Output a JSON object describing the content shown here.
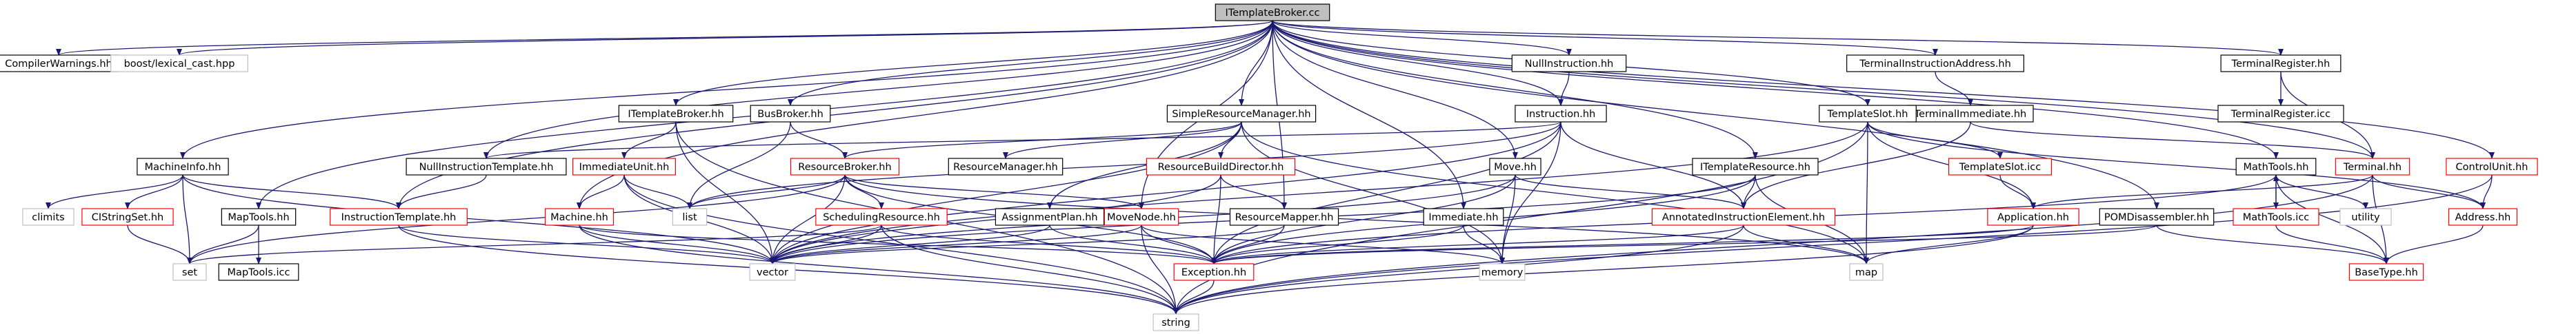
{
  "colors": {
    "edge": "#191970",
    "node_border_ok": "#000000",
    "node_border_missing": "#ff0000",
    "root_fill": "#bfbfbf",
    "node_fill": "#ffffff",
    "external_border": "#bfbfbf"
  },
  "nodes": [
    {
      "id": "root",
      "label": "ITemplateBroker.cc",
      "kind": "root"
    },
    {
      "id": "compwarn",
      "label": "CompilerWarnings.hh",
      "kind": "ok"
    },
    {
      "id": "lexical",
      "label": "boost/lexical_cast.hpp",
      "kind": "external"
    },
    {
      "id": "machinfo",
      "label": "MachineInfo.hh",
      "kind": "ok"
    },
    {
      "id": "climits",
      "label": "climits",
      "kind": "external"
    },
    {
      "id": "cistring",
      "label": "CIStringSet.hh",
      "kind": "missing"
    },
    {
      "id": "set",
      "label": "set",
      "kind": "external"
    },
    {
      "id": "maptools",
      "label": "MapTools.hh",
      "kind": "ok"
    },
    {
      "id": "maptoolsicc",
      "label": "MapTools.icc",
      "kind": "ok"
    },
    {
      "id": "insttempl",
      "label": "InstructionTemplate.hh",
      "kind": "missing"
    },
    {
      "id": "nullinsttempl",
      "label": "NullInstructionTemplate.hh",
      "kind": "ok"
    },
    {
      "id": "itb",
      "label": "ITemplateBroker.hh",
      "kind": "ok"
    },
    {
      "id": "immunit",
      "label": "ImmediateUnit.hh",
      "kind": "missing"
    },
    {
      "id": "machine",
      "label": "Machine.hh",
      "kind": "missing"
    },
    {
      "id": "busbroker",
      "label": "BusBroker.hh",
      "kind": "ok"
    },
    {
      "id": "list",
      "label": "list",
      "kind": "external"
    },
    {
      "id": "resbroker",
      "label": "ResourceBroker.hh",
      "kind": "missing"
    },
    {
      "id": "schedres",
      "label": "SchedulingResource.hh",
      "kind": "missing"
    },
    {
      "id": "srm",
      "label": "SimpleResourceManager.hh",
      "kind": "ok"
    },
    {
      "id": "resman",
      "label": "ResourceManager.hh",
      "kind": "ok"
    },
    {
      "id": "assign",
      "label": "AssignmentPlan.hh",
      "kind": "ok"
    },
    {
      "id": "rbd",
      "label": "ResourceBuildDirector.hh",
      "kind": "missing"
    },
    {
      "id": "resmapper",
      "label": "ResourceMapper.hh",
      "kind": "ok"
    },
    {
      "id": "movenode",
      "label": "MoveNode.hh",
      "kind": "missing"
    },
    {
      "id": "vector",
      "label": "vector",
      "kind": "external"
    },
    {
      "id": "exception",
      "label": "Exception.hh",
      "kind": "missing"
    },
    {
      "id": "string",
      "label": "string",
      "kind": "external"
    },
    {
      "id": "nullinst",
      "label": "NullInstruction.hh",
      "kind": "ok"
    },
    {
      "id": "instruction",
      "label": "Instruction.hh",
      "kind": "ok"
    },
    {
      "id": "move",
      "label": "Move.hh",
      "kind": "ok"
    },
    {
      "id": "immediate",
      "label": "Immediate.hh",
      "kind": "ok"
    },
    {
      "id": "memory",
      "label": "memory",
      "kind": "external"
    },
    {
      "id": "itr",
      "label": "ITemplateResource.hh",
      "kind": "ok"
    },
    {
      "id": "annot",
      "label": "AnnotatedInstructionElement.hh",
      "kind": "missing"
    },
    {
      "id": "tia",
      "label": "TerminalInstructionAddress.hh",
      "kind": "ok"
    },
    {
      "id": "termimm",
      "label": "TerminalImmediate.hh",
      "kind": "ok"
    },
    {
      "id": "tslot",
      "label": "TemplateSlot.hh",
      "kind": "ok"
    },
    {
      "id": "tsloticc",
      "label": "TemplateSlot.icc",
      "kind": "missing"
    },
    {
      "id": "application",
      "label": "Application.hh",
      "kind": "missing"
    },
    {
      "id": "map",
      "label": "map",
      "kind": "external"
    },
    {
      "id": "pom",
      "label": "POMDisassembler.hh",
      "kind": "ok"
    },
    {
      "id": "mathtools",
      "label": "MathTools.hh",
      "kind": "ok"
    },
    {
      "id": "mathtoolsicc",
      "label": "MathTools.icc",
      "kind": "missing"
    },
    {
      "id": "basetype",
      "label": "BaseType.hh",
      "kind": "missing"
    },
    {
      "id": "terminal",
      "label": "Terminal.hh",
      "kind": "missing"
    },
    {
      "id": "utility",
      "label": "utility",
      "kind": "external"
    },
    {
      "id": "treg",
      "label": "TerminalRegister.hh",
      "kind": "ok"
    },
    {
      "id": "tregicc",
      "label": "TerminalRegister.icc",
      "kind": "ok"
    },
    {
      "id": "control",
      "label": "ControlUnit.hh",
      "kind": "missing"
    },
    {
      "id": "address",
      "label": "Address.hh",
      "kind": "missing"
    }
  ],
  "edges": [
    [
      "root",
      "compwarn"
    ],
    [
      "root",
      "lexical"
    ],
    [
      "root",
      "machinfo"
    ],
    [
      "root",
      "maptools"
    ],
    [
      "root",
      "insttempl"
    ],
    [
      "root",
      "nullinsttempl"
    ],
    [
      "root",
      "itb"
    ],
    [
      "root",
      "busbroker"
    ],
    [
      "root",
      "machine"
    ],
    [
      "root",
      "srm"
    ],
    [
      "root",
      "resmapper"
    ],
    [
      "root",
      "nullinst"
    ],
    [
      "root",
      "instruction"
    ],
    [
      "root",
      "move"
    ],
    [
      "root",
      "immediate"
    ],
    [
      "root",
      "itr"
    ],
    [
      "root",
      "tia"
    ],
    [
      "root",
      "tslot"
    ],
    [
      "root",
      "pom"
    ],
    [
      "root",
      "treg"
    ],
    [
      "root",
      "control"
    ],
    [
      "root",
      "terminal"
    ],
    [
      "root",
      "movenode"
    ],
    [
      "root",
      "mathtools"
    ],
    [
      "machinfo",
      "climits"
    ],
    [
      "machinfo",
      "cistring"
    ],
    [
      "machinfo",
      "insttempl"
    ],
    [
      "machinfo",
      "set"
    ],
    [
      "machinfo",
      "vector"
    ],
    [
      "cistring",
      "set"
    ],
    [
      "maptools",
      "maptoolsicc"
    ],
    [
      "maptools",
      "set"
    ],
    [
      "insttempl",
      "string"
    ],
    [
      "insttempl",
      "vector"
    ],
    [
      "nullinsttempl",
      "insttempl"
    ],
    [
      "itb",
      "immunit"
    ],
    [
      "itb",
      "vector"
    ],
    [
      "itb",
      "string"
    ],
    [
      "immunit",
      "machine"
    ],
    [
      "immunit",
      "list"
    ],
    [
      "immunit",
      "vector"
    ],
    [
      "immunit",
      "string"
    ],
    [
      "machine",
      "exception"
    ],
    [
      "machine",
      "vector"
    ],
    [
      "machine",
      "string"
    ],
    [
      "busbroker",
      "resbroker"
    ],
    [
      "busbroker",
      "list"
    ],
    [
      "resbroker",
      "schedres"
    ],
    [
      "resbroker",
      "movenode"
    ],
    [
      "resbroker",
      "list"
    ],
    [
      "resbroker",
      "set"
    ],
    [
      "resbroker",
      "map"
    ],
    [
      "resbroker",
      "exception"
    ],
    [
      "resbroker",
      "vector"
    ],
    [
      "schedres",
      "exception"
    ],
    [
      "schedres",
      "vector"
    ],
    [
      "schedres",
      "string"
    ],
    [
      "schedres",
      "set"
    ],
    [
      "srm",
      "resman"
    ],
    [
      "srm",
      "assign"
    ],
    [
      "srm",
      "rbd"
    ],
    [
      "srm",
      "resbroker"
    ],
    [
      "srm",
      "vector"
    ],
    [
      "srm",
      "map"
    ],
    [
      "srm",
      "memory"
    ],
    [
      "assign",
      "exception"
    ],
    [
      "assign",
      "vector"
    ],
    [
      "rbd",
      "resmapper"
    ],
    [
      "rbd",
      "exception"
    ],
    [
      "rbd",
      "vector"
    ],
    [
      "resmapper",
      "exception"
    ],
    [
      "resmapper",
      "vector"
    ],
    [
      "movenode",
      "exception"
    ],
    [
      "movenode",
      "memory"
    ],
    [
      "movenode",
      "vector"
    ],
    [
      "movenode",
      "string"
    ],
    [
      "exception",
      "string"
    ],
    [
      "nullinst",
      "instruction"
    ],
    [
      "instruction",
      "nullinsttempl"
    ],
    [
      "instruction",
      "annot"
    ],
    [
      "instruction",
      "vector"
    ],
    [
      "instruction",
      "exception"
    ],
    [
      "instruction",
      "memory"
    ],
    [
      "instruction",
      "list"
    ],
    [
      "move",
      "annot"
    ],
    [
      "move",
      "exception"
    ],
    [
      "move",
      "memory"
    ],
    [
      "move",
      "vector"
    ],
    [
      "immediate",
      "exception"
    ],
    [
      "immediate",
      "memory"
    ],
    [
      "itr",
      "annot"
    ],
    [
      "itr",
      "exception"
    ],
    [
      "itr",
      "map"
    ],
    [
      "itr",
      "vector"
    ],
    [
      "annot",
      "exception"
    ],
    [
      "annot",
      "map"
    ],
    [
      "annot",
      "string"
    ],
    [
      "tia",
      "termimm"
    ],
    [
      "termimm",
      "terminal"
    ],
    [
      "termimm",
      "annot"
    ],
    [
      "tslot",
      "tsloticc"
    ],
    [
      "tslot",
      "application"
    ],
    [
      "tslot",
      "vector"
    ],
    [
      "tslot",
      "map"
    ],
    [
      "tslot",
      "string"
    ],
    [
      "tslot",
      "address"
    ],
    [
      "tsloticc",
      "application"
    ],
    [
      "application",
      "exception"
    ],
    [
      "application",
      "string"
    ],
    [
      "application",
      "map"
    ],
    [
      "pom",
      "basetype"
    ],
    [
      "pom",
      "exception"
    ],
    [
      "mathtools",
      "mathtoolsicc"
    ],
    [
      "mathtools",
      "basetype"
    ],
    [
      "mathtools",
      "exception"
    ],
    [
      "mathtools",
      "utility"
    ],
    [
      "mathtoolsicc",
      "mathtools"
    ],
    [
      "mathtoolsicc",
      "basetype"
    ],
    [
      "terminal",
      "application"
    ],
    [
      "terminal",
      "string"
    ],
    [
      "terminal",
      "address"
    ],
    [
      "terminal",
      "basetype"
    ],
    [
      "treg",
      "terminal"
    ],
    [
      "treg",
      "tregicc"
    ],
    [
      "control",
      "address"
    ],
    [
      "control",
      "string"
    ],
    [
      "address",
      "basetype"
    ]
  ]
}
